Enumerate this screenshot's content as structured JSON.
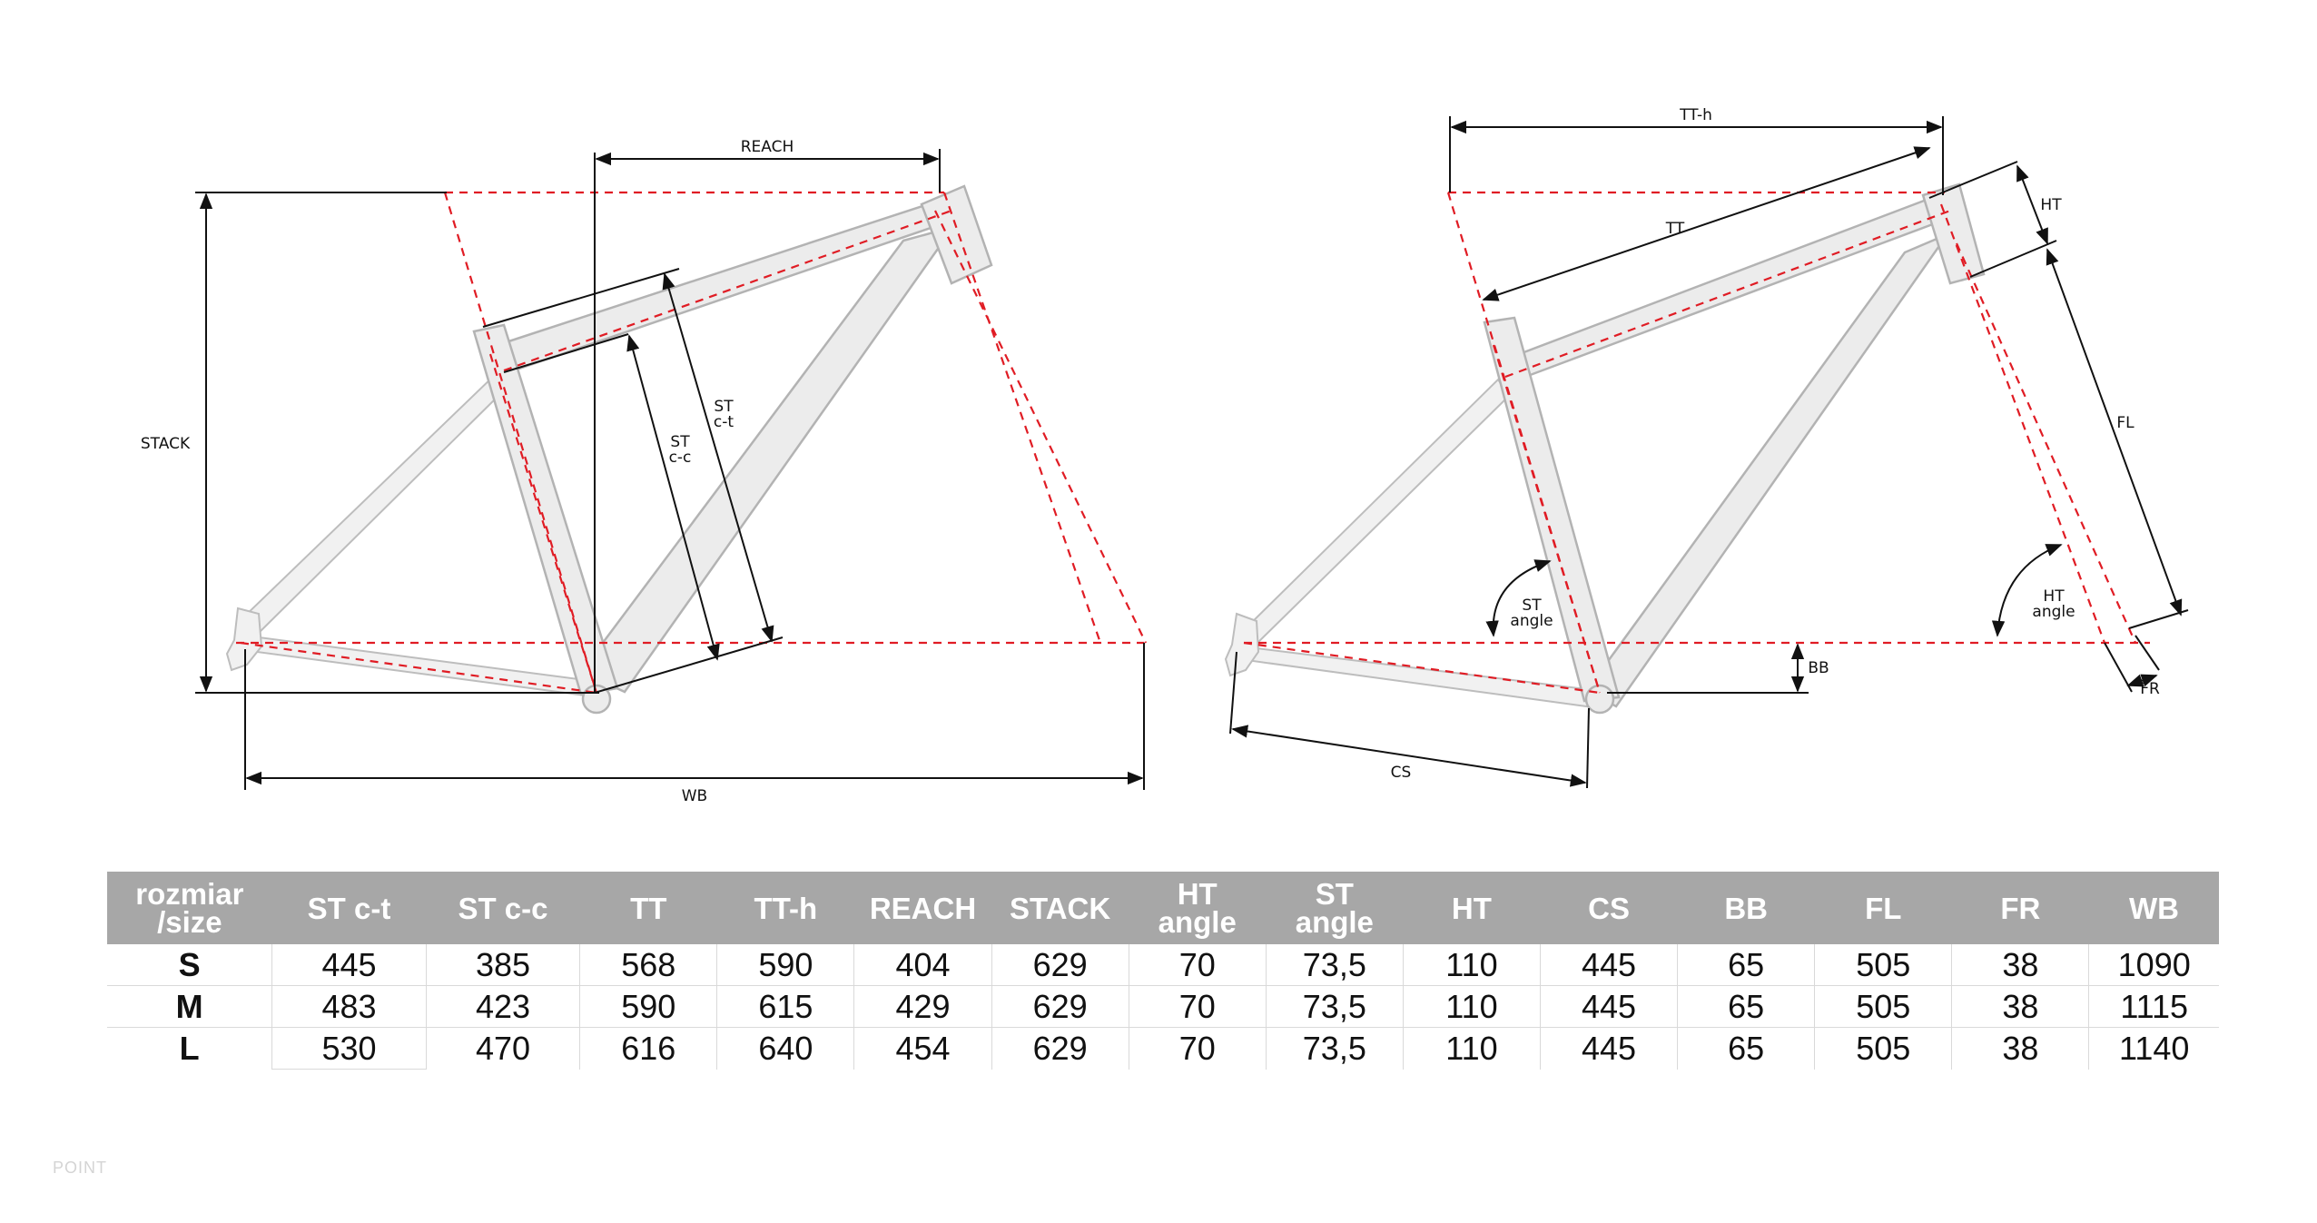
{
  "diagram": {
    "left_labels": {
      "reach": "REACH",
      "stack": "STACK",
      "st_ct_line1": "ST",
      "st_ct_line2": "c-t",
      "st_cc_line1": "ST",
      "st_cc_line2": "c-c",
      "wb": "WB"
    },
    "right_labels": {
      "tt_h": "TT-h",
      "tt": "TT",
      "ht": "HT",
      "fl": "FL",
      "st_angle_line1": "ST",
      "st_angle_line2": "angle",
      "ht_angle_line1": "HT",
      "ht_angle_line2": "angle",
      "bb": "BB",
      "fr": "FR",
      "cs": "CS"
    },
    "colors": {
      "frame": "#ececec",
      "dimension": "#111111",
      "reference": "#e01c24"
    }
  },
  "table": {
    "headers": [
      [
        "rozmiar",
        "/size"
      ],
      [
        "ST c-t"
      ],
      [
        "ST c-c"
      ],
      [
        "TT"
      ],
      [
        "TT-h"
      ],
      [
        "REACH"
      ],
      [
        "STACK"
      ],
      [
        "HT",
        "angle"
      ],
      [
        "ST",
        "angle"
      ],
      [
        "HT"
      ],
      [
        "CS"
      ],
      [
        "BB"
      ],
      [
        "FL"
      ],
      [
        "FR"
      ],
      [
        "WB"
      ]
    ],
    "rows": [
      [
        "S",
        "445",
        "385",
        "568",
        "590",
        "404",
        "629",
        "70",
        "73,5",
        "110",
        "445",
        "65",
        "505",
        "38",
        "1090"
      ],
      [
        "M",
        "483",
        "423",
        "590",
        "615",
        "429",
        "629",
        "70",
        "73,5",
        "110",
        "445",
        "65",
        "505",
        "38",
        "1115"
      ],
      [
        "L",
        "530",
        "470",
        "616",
        "640",
        "454",
        "629",
        "70",
        "73,5",
        "110",
        "445",
        "65",
        "505",
        "38",
        "1140"
      ]
    ],
    "header_color": "#a7a7a7"
  },
  "brand": "POINT"
}
